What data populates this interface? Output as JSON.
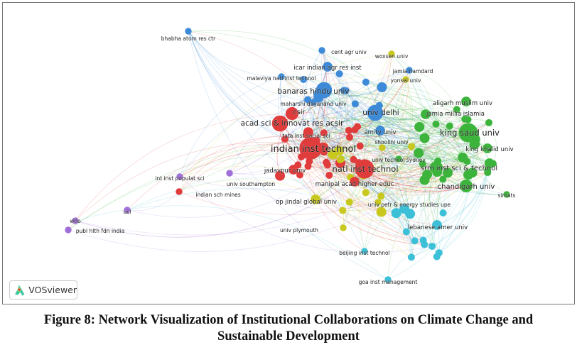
{
  "figure": {
    "caption_line1": "Figure 8: Network Visualization of Institutional Collaborations on Climate Change and",
    "caption_line2": "Sustainable Development",
    "logo_text": "VOSviewer"
  },
  "clusters": {
    "red": "#e03c3c",
    "green": "#3cb43c",
    "blue": "#3c8ad8",
    "yellow": "#c8c81e",
    "purple": "#a070d8",
    "cyan": "#3cc0d8"
  },
  "nodes": [
    {
      "id": "bhabha",
      "label": "bhabha atom res ctr",
      "cluster": "blue",
      "weight": 1
    },
    {
      "id": "centagr",
      "label": "cent agr univ",
      "cluster": "blue",
      "weight": 1
    },
    {
      "id": "woxsen",
      "label": "woxsen univ",
      "cluster": "yellow",
      "weight": 1
    },
    {
      "id": "icar",
      "label": "icar indian agr res inst",
      "cluster": "blue",
      "weight": 2
    },
    {
      "id": "jamiahamdard",
      "label": "jamia hamdard",
      "cluster": "blue",
      "weight": 1
    },
    {
      "id": "malaviya",
      "label": "malaviya natl inst technol",
      "cluster": "blue",
      "weight": 1
    },
    {
      "id": "yonsei",
      "label": "yonsei univ",
      "cluster": "yellow",
      "weight": 1
    },
    {
      "id": "bhu",
      "label": "banaras hindu univ",
      "cluster": "blue",
      "weight": 4
    },
    {
      "id": "maharshi",
      "label": "maharshi dayanand univ",
      "cluster": "blue",
      "weight": 1
    },
    {
      "id": "aligarh",
      "label": "aligarh muslim univ",
      "cluster": "green",
      "weight": 2
    },
    {
      "id": "csir",
      "label": "csir",
      "cluster": "red",
      "weight": 3
    },
    {
      "id": "delhi",
      "label": "univ delhi",
      "cluster": "blue",
      "weight": 4
    },
    {
      "id": "jmi",
      "label": "jamia millia islamia",
      "cluster": "green",
      "weight": 2
    },
    {
      "id": "acsir",
      "label": "acad sci & innovat res acsir",
      "cluster": "red",
      "weight": 4
    },
    {
      "id": "kingsaud",
      "label": "king saud univ",
      "cluster": "green",
      "weight": 5
    },
    {
      "id": "tiss",
      "label": "tata inst social sci",
      "cluster": "red",
      "weight": 1
    },
    {
      "id": "amity",
      "label": "amity univ",
      "cluster": "blue",
      "weight": 2
    },
    {
      "id": "iit",
      "label": "indian inst technol",
      "cluster": "red",
      "weight": 6
    },
    {
      "id": "shoolini",
      "label": "shoolini univ",
      "cluster": "yellow",
      "weight": 1
    },
    {
      "id": "kingkhalid",
      "label": "king khalid univ",
      "cluster": "green",
      "weight": 2
    },
    {
      "id": "uts",
      "label": "univ technol sydney",
      "cluster": "green",
      "weight": 1
    },
    {
      "id": "jadavpur",
      "label": "jadavpur univ",
      "cluster": "red",
      "weight": 2
    },
    {
      "id": "nit",
      "label": "natl inst technol",
      "cluster": "red",
      "weight": 5
    },
    {
      "id": "srm",
      "label": "srm inst sci & technol",
      "cluster": "green",
      "weight": 3
    },
    {
      "id": "iips",
      "label": "int inst populat sci",
      "cluster": "purple",
      "weight": 1
    },
    {
      "id": "southampton",
      "label": "univ southampton",
      "cluster": "purple",
      "weight": 1
    },
    {
      "id": "manipal",
      "label": "manipal acad higher educ",
      "cluster": "red",
      "weight": 2
    },
    {
      "id": "chandigarh",
      "label": "chandigarh univ",
      "cluster": "green",
      "weight": 3
    },
    {
      "id": "simats",
      "label": "simats",
      "cluster": "green",
      "weight": 1
    },
    {
      "id": "ism",
      "label": "indian sch mines",
      "cluster": "red",
      "weight": 1
    },
    {
      "id": "jindal",
      "label": "op jindal global univ",
      "cluster": "yellow",
      "weight": 2
    },
    {
      "id": "upes",
      "label": "univ petr & energy studies upe",
      "cluster": "yellow",
      "weight": 1
    },
    {
      "id": "ucl",
      "label": "ucl",
      "cluster": "purple",
      "weight": 1
    },
    {
      "id": "who",
      "label": "who",
      "cluster": "purple",
      "weight": 1
    },
    {
      "id": "phfi",
      "label": "publ hlth fdn india",
      "cluster": "purple",
      "weight": 1
    },
    {
      "id": "plymouth",
      "label": "univ plymouth",
      "cluster": "yellow",
      "weight": 1
    },
    {
      "id": "lebanese",
      "label": "lebanese amer univ",
      "cluster": "cyan",
      "weight": 2
    },
    {
      "id": "beijing",
      "label": "beijing inst technol",
      "cluster": "cyan",
      "weight": 1
    },
    {
      "id": "goa",
      "label": "goa inst management",
      "cluster": "cyan",
      "weight": 1
    }
  ]
}
